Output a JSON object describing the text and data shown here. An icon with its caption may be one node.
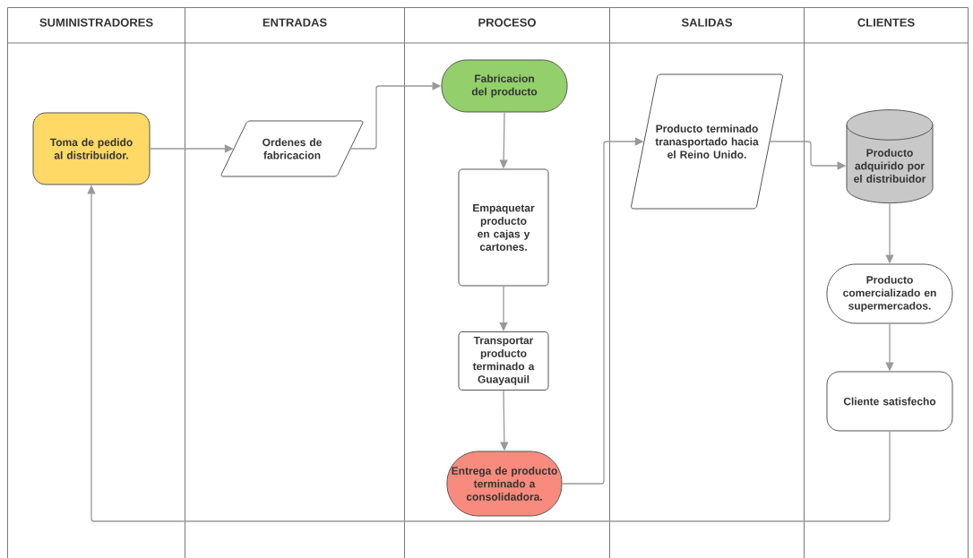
{
  "diagram": {
    "nodes": [
      {
        "text": [
          "SUMINISTRADORES"
        ]
      },
      {
        "text": [
          "ENTRADAS"
        ]
      },
      {
        "text": [
          "PROCESO"
        ]
      },
      {
        "text": [
          "SALIDAS"
        ]
      },
      {
        "text": [
          "CLIENTES"
        ]
      },
      {
        "text": [
          "Toma de pedido al distribuidor."
        ],
        "in": 0
      },
      {
        "text": [
          "Ordenes de fabricacion"
        ],
        "in": 1
      },
      {
        "text": [
          "Fabricacion del producto"
        ],
        "in": 2
      },
      {
        "text": [
          "Empaquetar producto en cajas y cartones."
        ],
        "in": 2
      },
      {
        "text": [
          "Transportar producto terminado a Guayaquil"
        ],
        "in": 2
      },
      {
        "text": [
          "Entrega de producto terminado a consolidadora."
        ],
        "in": 2
      },
      {
        "text": [
          "Producto terminado tranasportado hacia el Reino Unido."
        ],
        "in": 3
      },
      {
        "text": [
          "Producto adquirido por el distribuidor"
        ],
        "in": 4
      },
      {
        "text": [
          "Producto comercializado en supermercados."
        ],
        "in": 4
      },
      {
        "text": [
          "Cliente satisfecho"
        ],
        "in": 4
      }
    ],
    "edges": [
      {
        "from": 5,
        "to": 6,
        "arrow": "to"
      },
      {
        "from": 6,
        "to": 7,
        "arrow": "to"
      },
      {
        "from": 7,
        "to": 8,
        "arrow": "to"
      },
      {
        "from": 8,
        "to": 9,
        "arrow": "to"
      },
      {
        "from": 9,
        "to": 10,
        "arrow": "to"
      },
      {
        "from": 10,
        "to": 11,
        "arrow": "to"
      },
      {
        "from": 11,
        "to": 12,
        "arrow": "to"
      },
      {
        "from": 12,
        "to": 13,
        "arrow": "to"
      },
      {
        "from": 13,
        "to": 14,
        "arrow": "to"
      },
      {
        "from": 14,
        "to": 5,
        "arrow": "to"
      }
    ]
  }
}
